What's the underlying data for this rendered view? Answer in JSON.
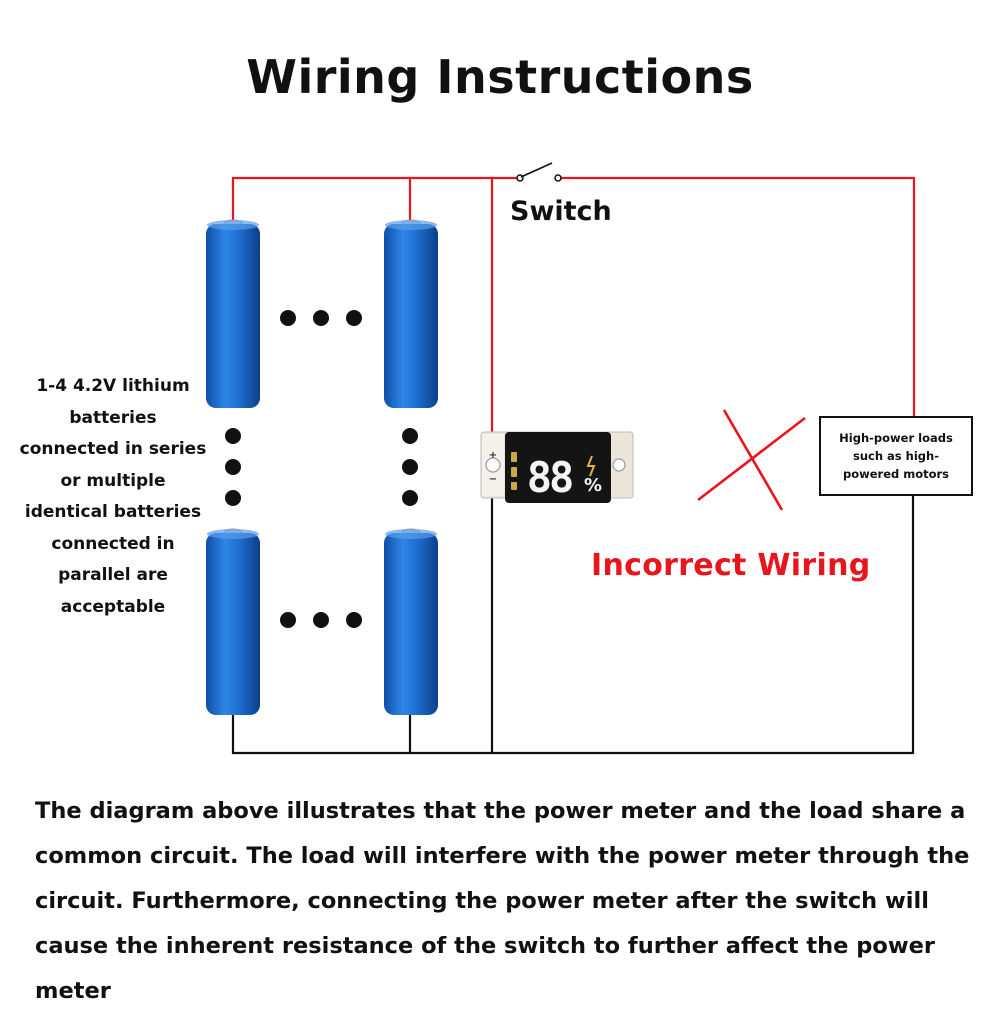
{
  "title": "Wiring Instructions",
  "switch_label": "Switch",
  "battery_note": "1-4 4.2V lithium batteries connected in series or multiple identical batteries connected in parallel are acceptable",
  "load_label": "High-power loads such as high-powered motors",
  "status_label": "Incorrect Wiring",
  "meter": {
    "display_value": "88",
    "unit": "%",
    "plus_marker": "+",
    "minus_marker": "−"
  },
  "description": "The diagram above illustrates that the power meter and the load share a common circuit. The load will interfere with the power meter through the circuit. Furthermore, connecting the power meter after the switch will cause the inherent resistance of the switch to further affect the power meter",
  "colors": {
    "positive_wire": "#e8161c",
    "negative_wire": "#111111",
    "battery": "#1f6fd1",
    "error_mark": "#e8161c"
  },
  "icons": [
    "battery-icon",
    "switch-icon",
    "power-meter-icon",
    "cross-mark-icon",
    "ellipsis-dots-icon"
  ]
}
